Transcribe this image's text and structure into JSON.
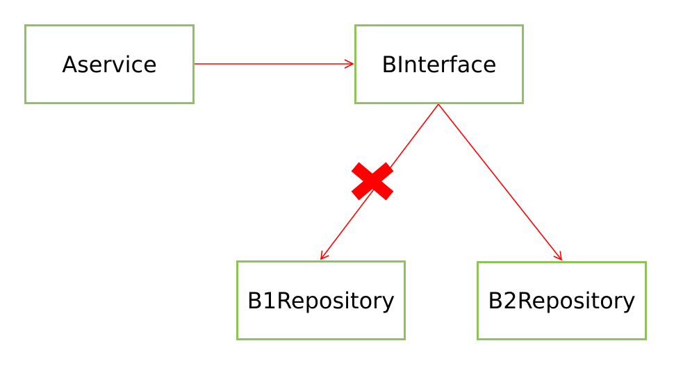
{
  "nodes": {
    "aservice": "Aservice",
    "binterface": "BInterface",
    "b1repository": "B1Repository",
    "b2repository": "B2Repository"
  },
  "edges": [
    {
      "from": "Aservice",
      "to": "BInterface",
      "blocked": false
    },
    {
      "from": "BInterface",
      "to": "B1Repository",
      "blocked": true
    },
    {
      "from": "BInterface",
      "to": "B2Repository",
      "blocked": false
    }
  ],
  "colors": {
    "box_border": "#8dc457",
    "arrow": "#ff0000",
    "blocked_mark": "#ff0000",
    "text": "#000000"
  },
  "icons": {
    "blocked_mark": "cross-mark-icon"
  }
}
